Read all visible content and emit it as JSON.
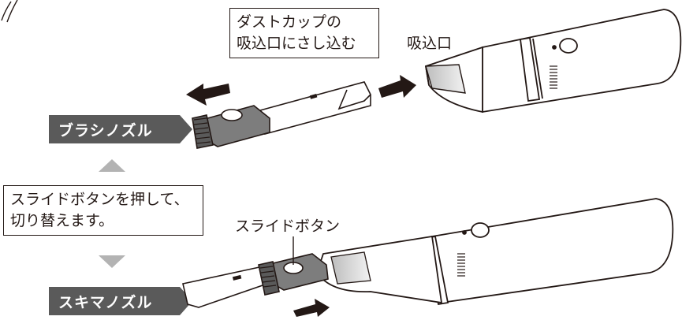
{
  "callouts": {
    "dust_cup": {
      "line1": "ダストカップの",
      "line2": "吸込口にさし込む"
    },
    "switch": {
      "line1": "スライドボタンを押して、",
      "line2": "切り替えます。"
    }
  },
  "labels": {
    "intake": "吸込口",
    "slide_button": "スライドボタン"
  },
  "tags": {
    "brush_nozzle": "ブラシノズル",
    "crevice_nozzle": "スキマノズル"
  },
  "colors": {
    "line": "#231815",
    "tag_bg": "#5a5a5a",
    "nozzle_gray": "#7d7d7d",
    "triangle": "#b3b3b3",
    "body_fill": "#ffffff"
  }
}
